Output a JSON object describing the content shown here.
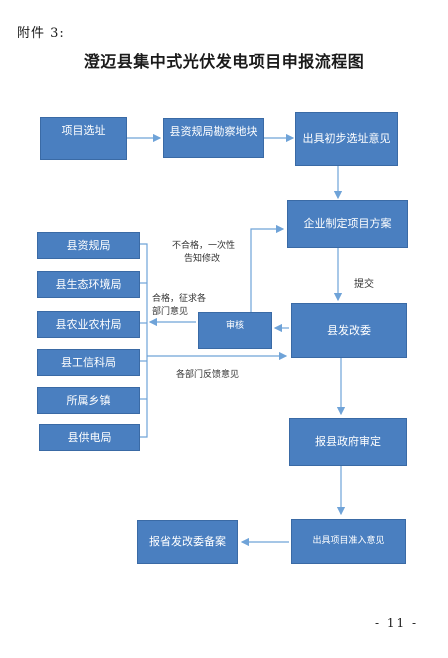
{
  "header": {
    "appendix_label": "附件 3:",
    "title": "澄迈县集中式光伏发电项目申报流程图"
  },
  "flow": {
    "project_site_selection": "项目选址",
    "land_survey": "县资规局勘察地块",
    "preliminary_site_opinion": "出具初步选址意见",
    "enterprise_plan": "企业制定项目方案",
    "submit_label": "提交",
    "development_reform_commission": "县发改委",
    "review": "审核",
    "county_government_review": "报县政府审定",
    "admission_opinion": "出具项目准入意见",
    "provincial_filing": "报省发改委备案"
  },
  "departments": [
    "县资规局",
    "县生态环境局",
    "县农业农村局",
    "县工信科局",
    "所属乡镇",
    "县供电局"
  ],
  "notes": {
    "unqualified_line1": "不合格，一次性",
    "unqualified_line2": "告知修改",
    "qualified_line1": "合格，征求各",
    "qualified_line2": "部门意见",
    "feedback": "各部门反馈意见"
  },
  "footer": {
    "page_number": "- 11 -"
  },
  "colors": {
    "box_fill": "#4a7fc0",
    "box_border": "#3a6aa5",
    "arrow": "#6fa3d8"
  }
}
